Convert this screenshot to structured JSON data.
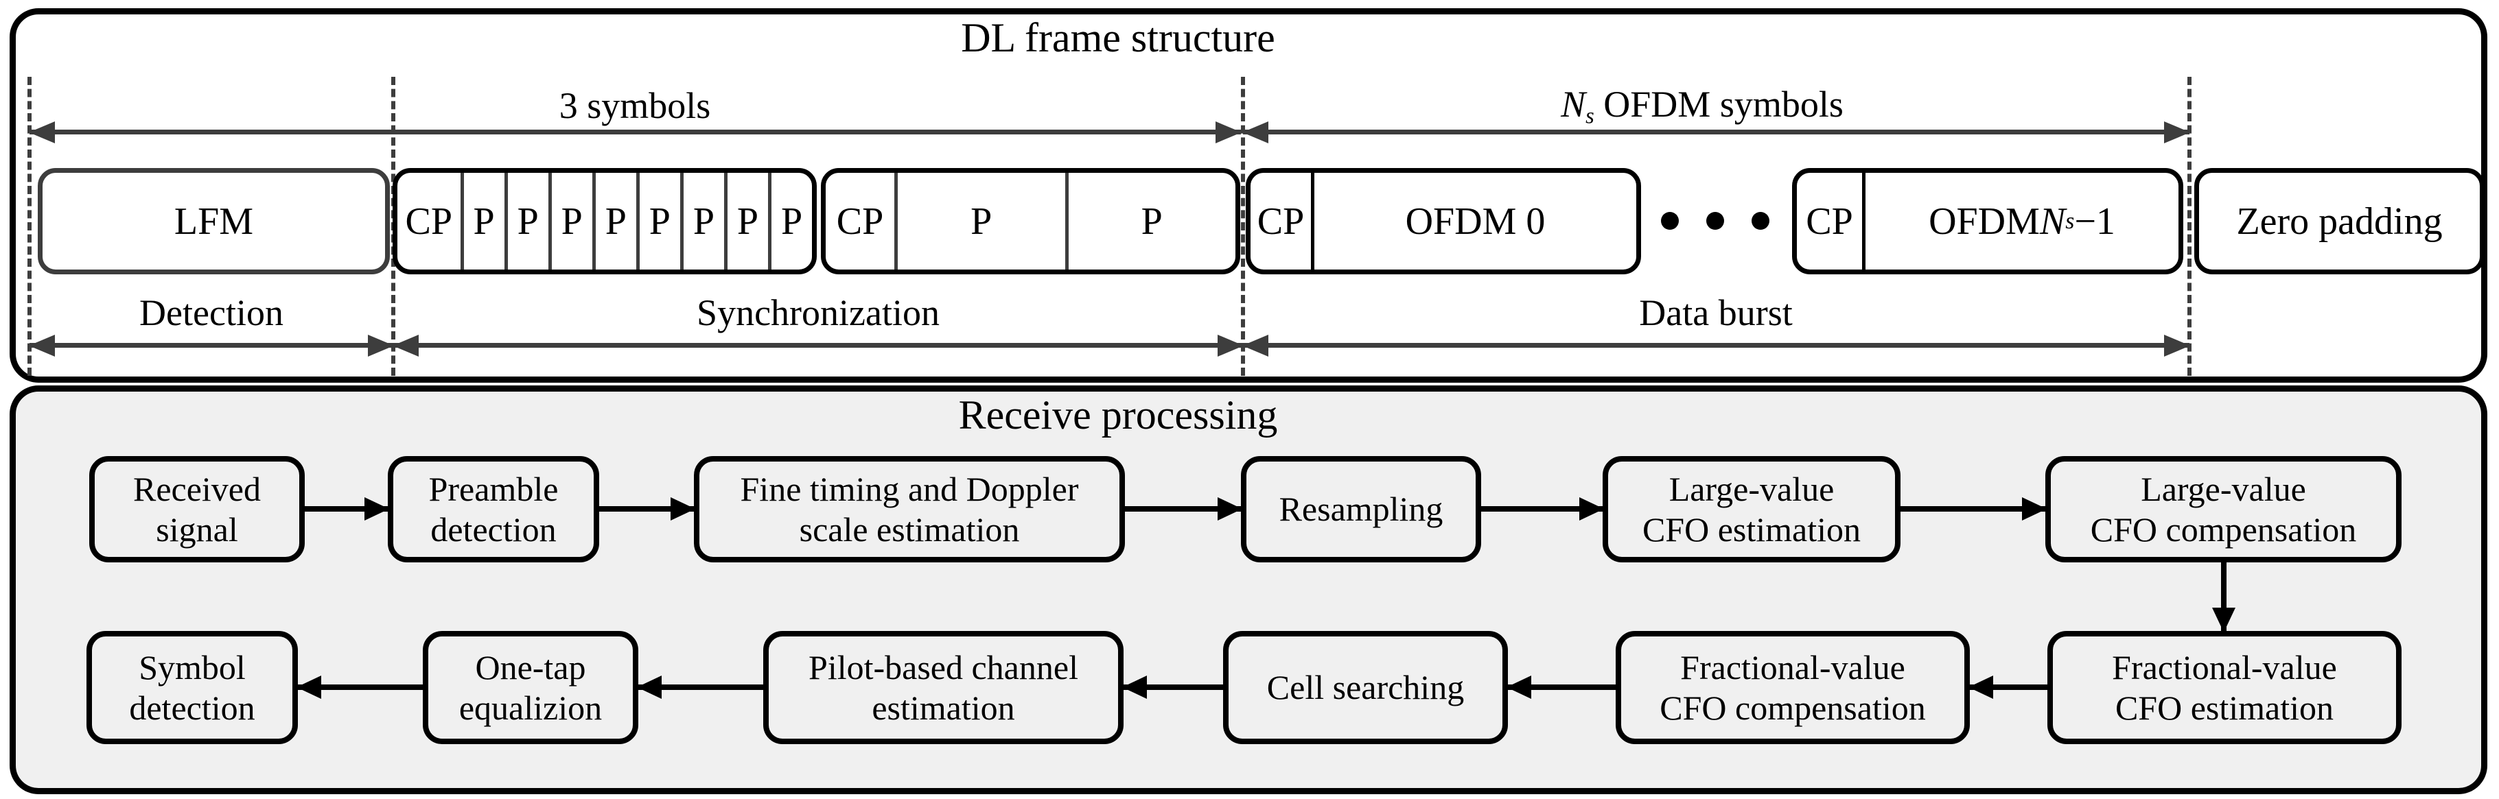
{
  "frame_section": {
    "title": "DL frame structure",
    "span_labels": {
      "symbols3": "3 symbols",
      "ofdm_n": "N",
      "ofdm_sub": "s",
      "ofdm_rest": " OFDM symbols"
    },
    "blocks": {
      "lfm": "LFM",
      "preamble1_cells": [
        "CP",
        "P",
        "P",
        "P",
        "P",
        "P",
        "P",
        "P",
        "P"
      ],
      "preamble2_cells": [
        "CP",
        "P",
        "P"
      ],
      "ofdm0": {
        "cp": "CP",
        "label": "OFDM 0"
      },
      "ofdmN": {
        "cp": "CP",
        "prefix": "OFDM ",
        "n": "N",
        "sub": "s",
        "suffix": " −1"
      },
      "zero_padding": "Zero padding"
    },
    "regions": {
      "detection": "Detection",
      "synchronization": "Synchronization",
      "data_burst": "Data burst"
    }
  },
  "flow_section": {
    "title": "Receive processing",
    "row1": [
      {
        "lines": [
          "Received",
          "signal"
        ]
      },
      {
        "lines": [
          "Preamble",
          "detection"
        ]
      },
      {
        "lines": [
          "Fine timing and Doppler",
          "scale estimation"
        ]
      },
      {
        "lines": [
          "Resampling"
        ]
      },
      {
        "lines": [
          "Large-value",
          "CFO estimation"
        ]
      },
      {
        "lines": [
          "Large-value",
          "CFO compensation"
        ]
      }
    ],
    "row2": [
      {
        "lines": [
          "Symbol",
          "detection"
        ]
      },
      {
        "lines": [
          "One-tap",
          "equalizion"
        ]
      },
      {
        "lines": [
          "Pilot-based channel",
          "estimation"
        ]
      },
      {
        "lines": [
          "Cell searching"
        ]
      },
      {
        "lines": [
          "Fractional-value",
          "CFO compensation"
        ]
      },
      {
        "lines": [
          "Fractional-value",
          "CFO estimation"
        ]
      }
    ]
  },
  "colors": {
    "ink": "#000000",
    "dimension_gray": "#3d3d3d",
    "panel_gray": "#f0f0f0"
  }
}
